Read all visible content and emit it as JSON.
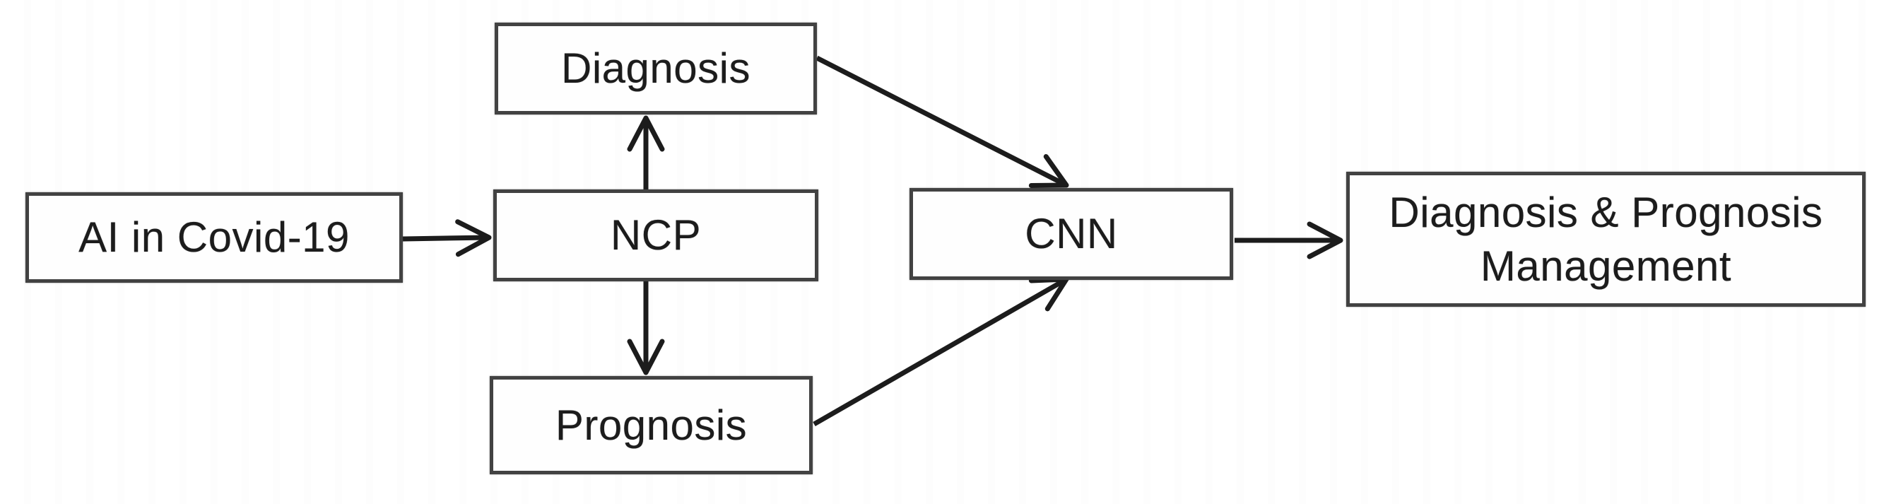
{
  "figure": {
    "type": "flowchart",
    "background_color": "#ffffff",
    "box_fill_color": "#fefefe",
    "box_border_color": "#424242",
    "arrow_color": "#1c1c1c",
    "text_color": "#1c1c1c"
  },
  "nodes": {
    "ai": {
      "label": "AI in Covid-19"
    },
    "ncp": {
      "label": "NCP"
    },
    "diagnosis": {
      "label": "Diagnosis"
    },
    "prognosis": {
      "label": "Prognosis"
    },
    "cnn": {
      "label": "CNN"
    },
    "management": {
      "label": "Diagnosis & Prognosis Management",
      "line1": "Diagnosis & Prognosis",
      "line2": "Management"
    }
  },
  "edges": [
    {
      "from": "AI in Covid-19",
      "to": "NCP"
    },
    {
      "from": "NCP",
      "to": "Diagnosis"
    },
    {
      "from": "NCP",
      "to": "Prognosis"
    },
    {
      "from": "Diagnosis",
      "to": "CNN"
    },
    {
      "from": "Prognosis",
      "to": "CNN"
    },
    {
      "from": "CNN",
      "to": "Diagnosis & Prognosis Management"
    }
  ]
}
